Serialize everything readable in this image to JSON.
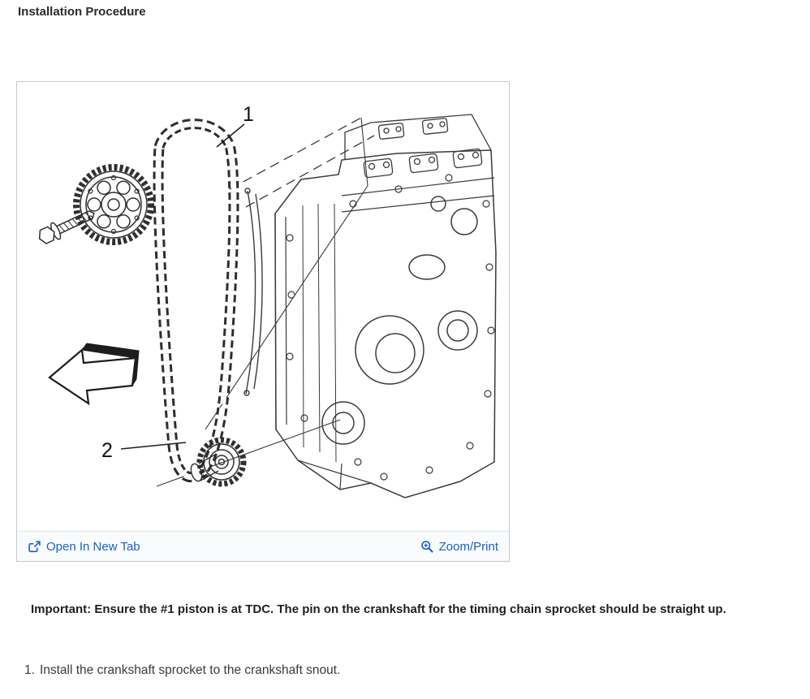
{
  "page": {
    "title": "Installation Procedure"
  },
  "figure": {
    "labels": {
      "callout1": "1",
      "callout2": "2"
    },
    "footer": {
      "open_link": "Open In New Tab",
      "zoom_link": "Zoom/Print"
    }
  },
  "content": {
    "important": "Important: Ensure the #1 piston is at TDC. The pin on the crankshaft for the timing chain sprocket should be straight up.",
    "steps": [
      {
        "number": "1.",
        "text": "Install the crankshaft sprocket to the crankshaft snout."
      }
    ]
  },
  "colors": {
    "link": "#1961c5",
    "text": "#333333",
    "line_art": "#333333",
    "panel_border": "#c9c9c9"
  }
}
